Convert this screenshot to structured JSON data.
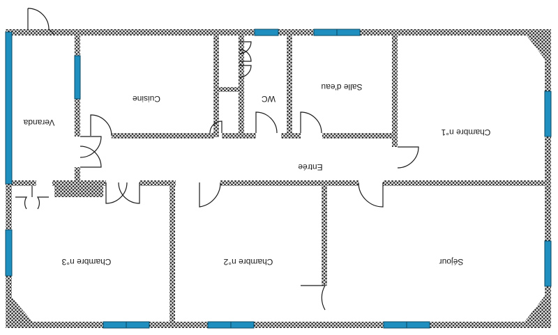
{
  "plan": {
    "rooms": [
      {
        "id": "veranda",
        "label": "Veranda"
      },
      {
        "id": "cuisine",
        "label": "Cuisine"
      },
      {
        "id": "wc",
        "label": "WC"
      },
      {
        "id": "salle-deau",
        "label": "Salle d'eau"
      },
      {
        "id": "chambre-1",
        "label": "Chambre n°1"
      },
      {
        "id": "entree",
        "label": "Entrée"
      },
      {
        "id": "chambre-3",
        "label": "Chambre n°3"
      },
      {
        "id": "chambre-2",
        "label": "Chambre n°2"
      },
      {
        "id": "sejour",
        "label": "Séjour"
      }
    ],
    "colors": {
      "wall_fill": "#262626",
      "wall_grid": "#f4f4f4",
      "window": "#1f8fbf",
      "window_border": "#0b4a66",
      "line": "#1a1a1a",
      "background": "#ffffff"
    },
    "orientation": "rotated-180"
  }
}
